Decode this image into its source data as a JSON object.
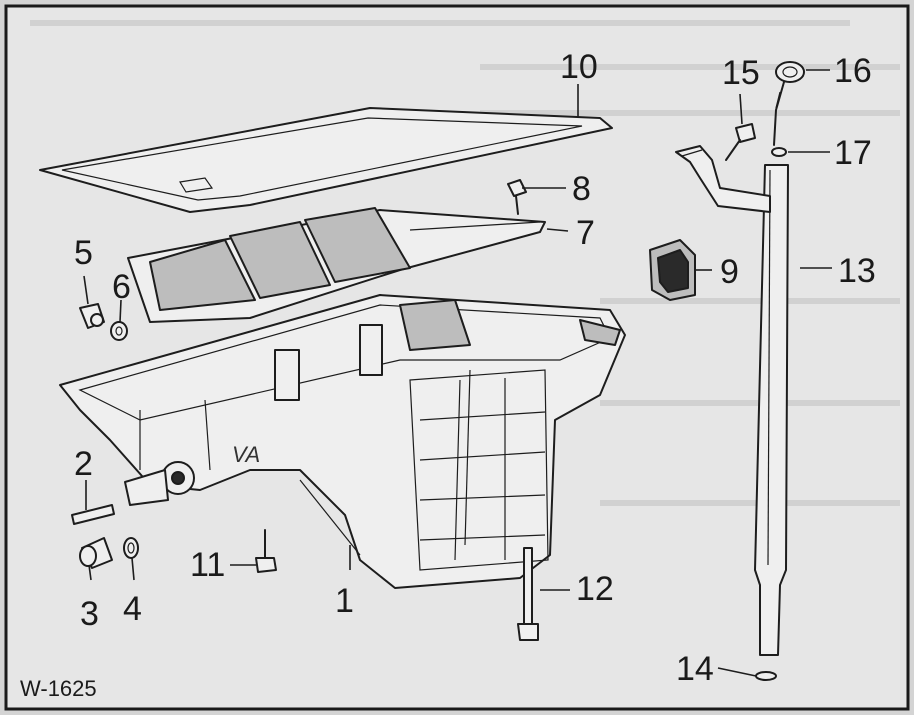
{
  "figure_id": "W-1625",
  "callouts": [
    "1",
    "2",
    "3",
    "4",
    "5",
    "6",
    "7",
    "8",
    "9",
    "10",
    "11",
    "12",
    "13",
    "14",
    "15",
    "16",
    "17"
  ],
  "colors": {
    "background": "#d9d9d9",
    "paper": "#ececec",
    "ink": "#1d1d1d",
    "frame": "#1a1a1a"
  },
  "bg_text_lines": 6
}
